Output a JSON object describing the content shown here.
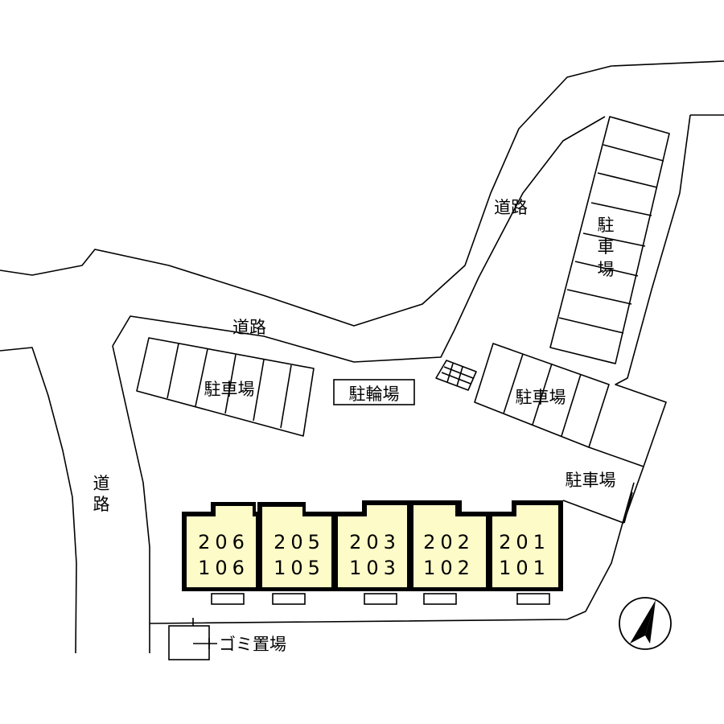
{
  "labels": {
    "road_top": "道路",
    "road_mid": "道路",
    "road_left": [
      "道",
      "路"
    ],
    "parking_left": "駐車場",
    "parking_right_vertical": [
      "駐",
      "車",
      "場"
    ],
    "parking_mid_right": "駐車場",
    "parking_bottom_right": "駐車場",
    "bicycle_parking": "駐輪場",
    "garbage": "ゴミ置場"
  },
  "units": [
    {
      "upper": "206",
      "lower": "106"
    },
    {
      "upper": "205",
      "lower": "105"
    },
    {
      "upper": "203",
      "lower": "103"
    },
    {
      "upper": "202",
      "lower": "102"
    },
    {
      "upper": "201",
      "lower": "101"
    }
  ],
  "colors": {
    "unit_fill": "#fdfbc8",
    "line": "#000000"
  },
  "icons": {
    "north_arrow": "north-arrow-icon"
  }
}
